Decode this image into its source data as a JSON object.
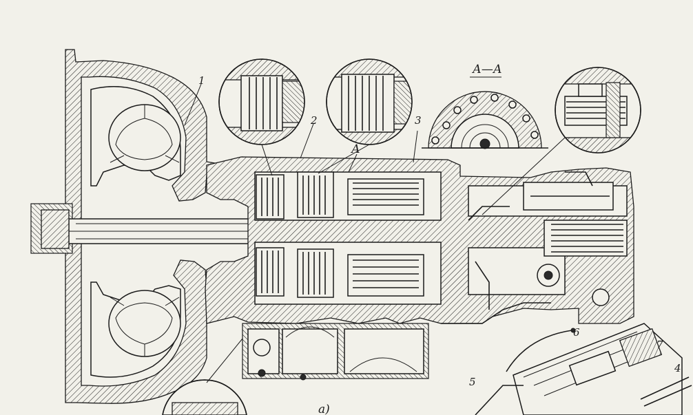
{
  "figure": {
    "caption": "а)",
    "section_label": "А—А",
    "section_marker": "А"
  },
  "callouts": [
    {
      "id": "1",
      "text": "1"
    },
    {
      "id": "2",
      "text": "2"
    },
    {
      "id": "3",
      "text": "3"
    },
    {
      "id": "4",
      "text": "4"
    },
    {
      "id": "5",
      "text": "5"
    },
    {
      "id": "6",
      "text": "6"
    },
    {
      "id": "7",
      "text": "7"
    }
  ],
  "colors": {
    "paper": "#f2f1ea",
    "ink": "#1b1b1b"
  }
}
